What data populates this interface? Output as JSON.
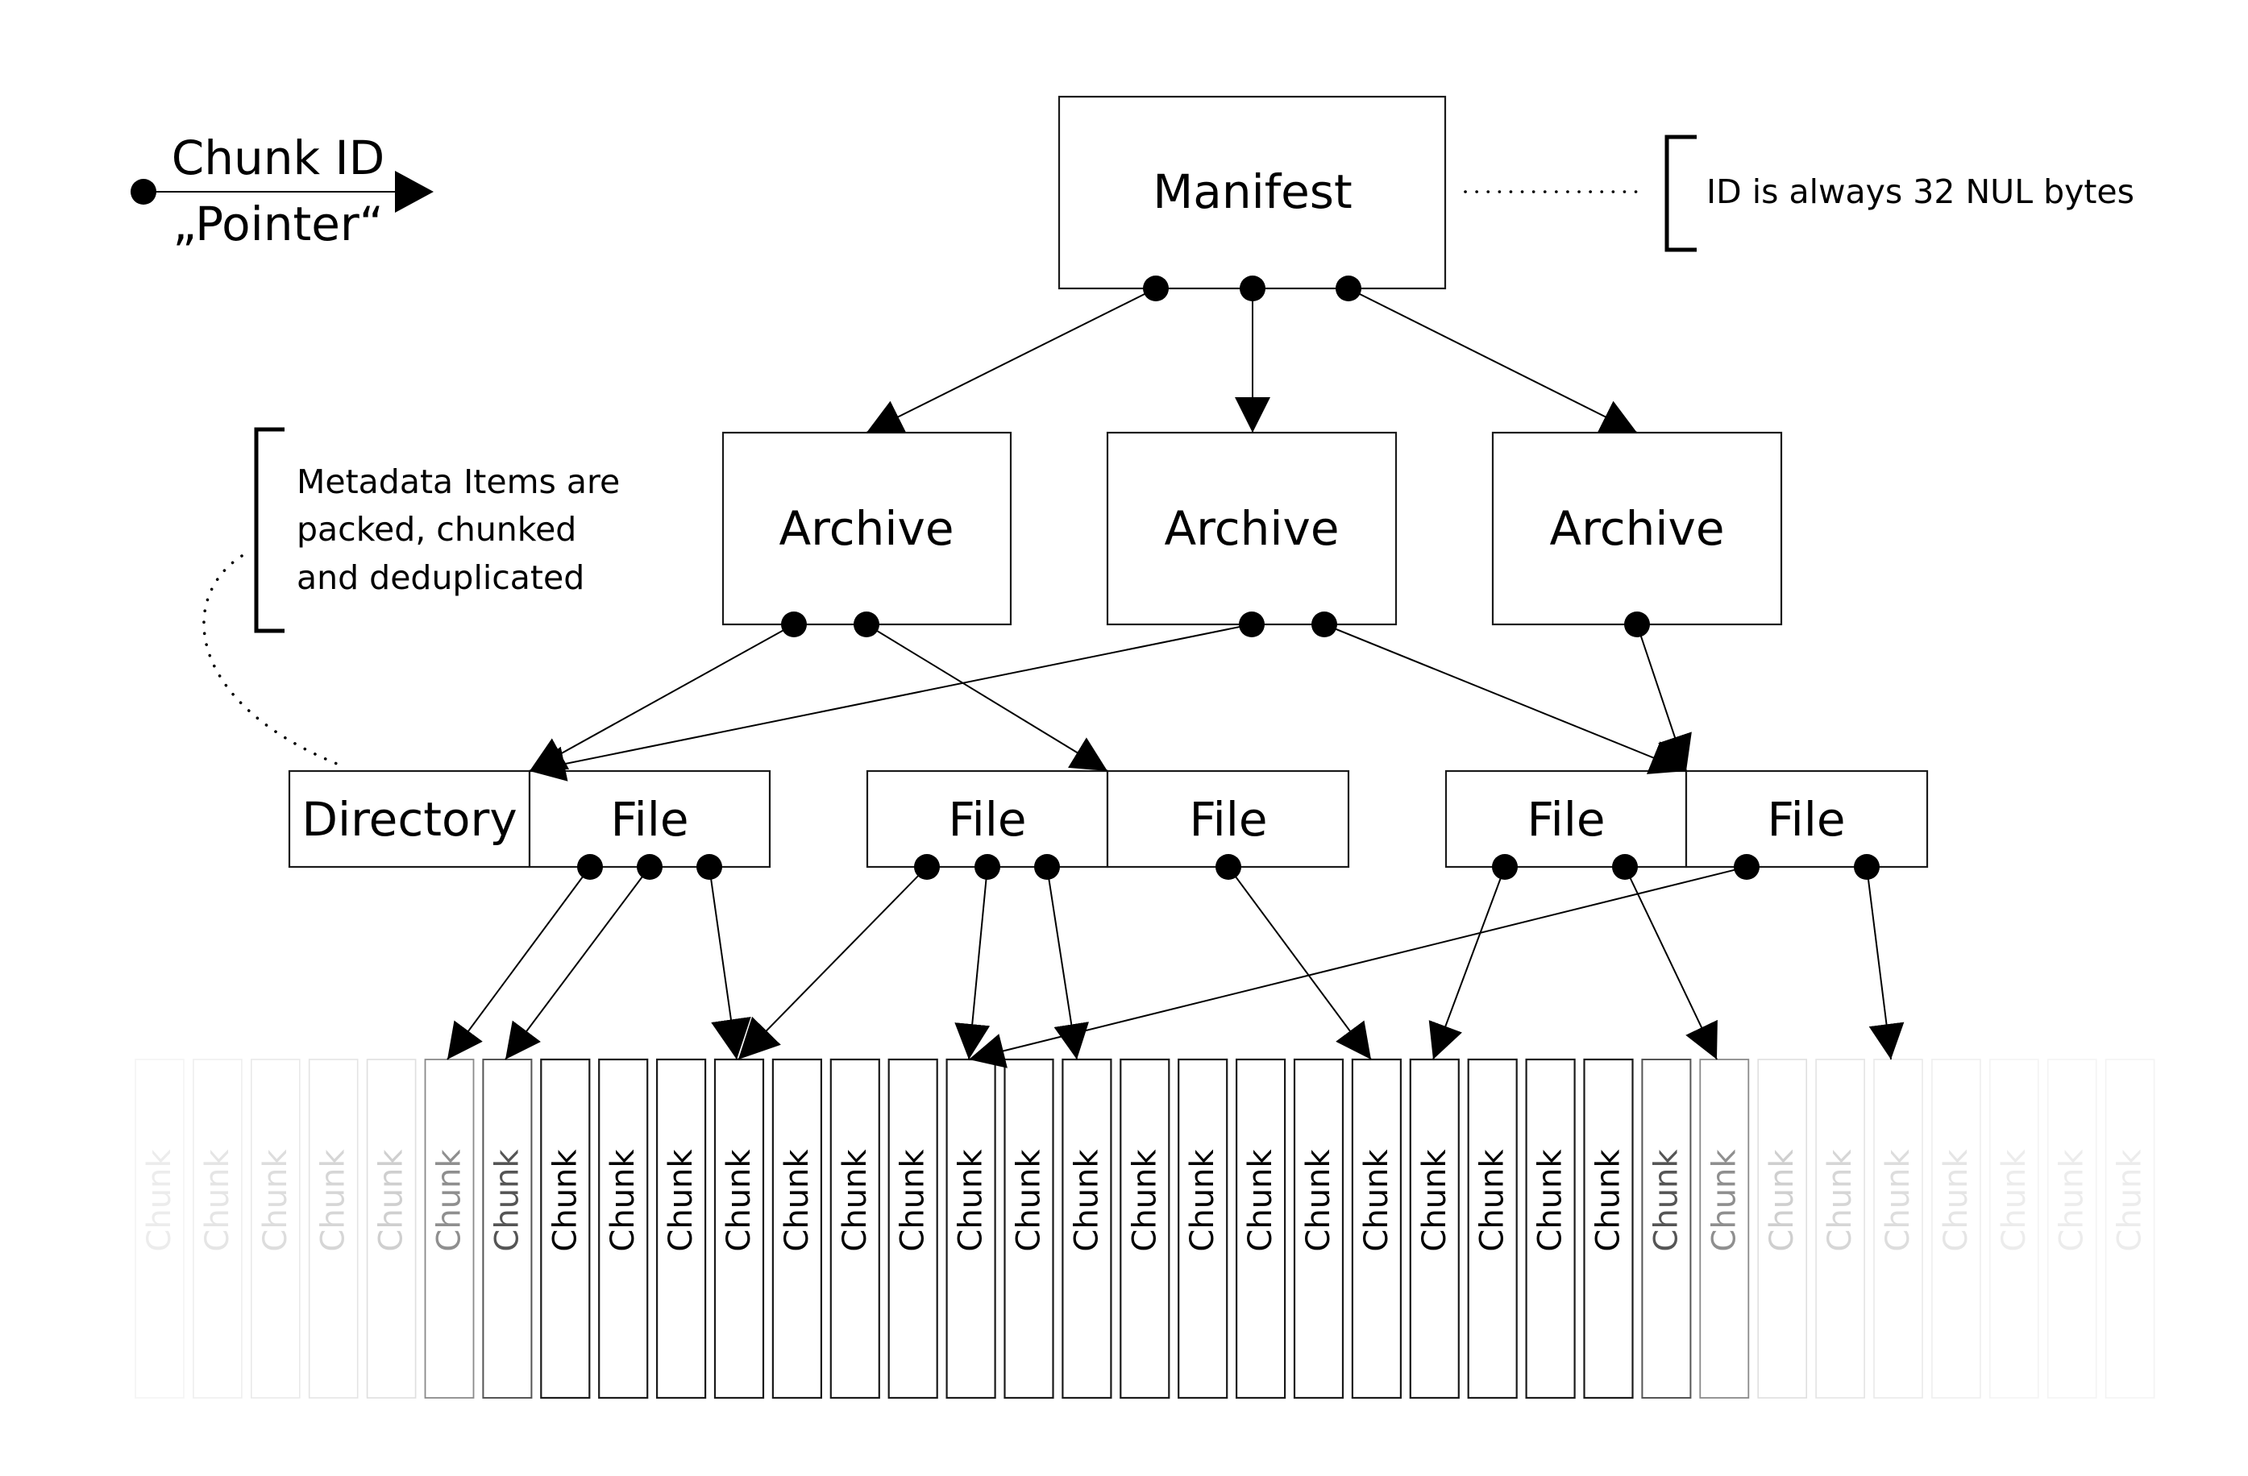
{
  "legend": {
    "id_label": "Chunk ID",
    "pointer_label": "„Pointer“"
  },
  "manifest": {
    "label": "Manifest",
    "note": "ID is always 32 NUL bytes"
  },
  "archives": [
    {
      "label": "Archive"
    },
    {
      "label": "Archive"
    },
    {
      "label": "Archive"
    }
  ],
  "metadata_note": [
    "Metadata Items are",
    "packed, chunked",
    "and deduplicated"
  ],
  "items": [
    {
      "label": "Directory"
    },
    {
      "label": "File"
    },
    {
      "label": "File"
    },
    {
      "label": "File"
    },
    {
      "label": "File"
    },
    {
      "label": "File"
    }
  ],
  "chunk_label": "Chunk",
  "colors": {
    "line": "#000000",
    "box_stroke": "#1a1a1a",
    "faded_text": "#d9d9d9",
    "faded_box": "#e6e6e6"
  }
}
